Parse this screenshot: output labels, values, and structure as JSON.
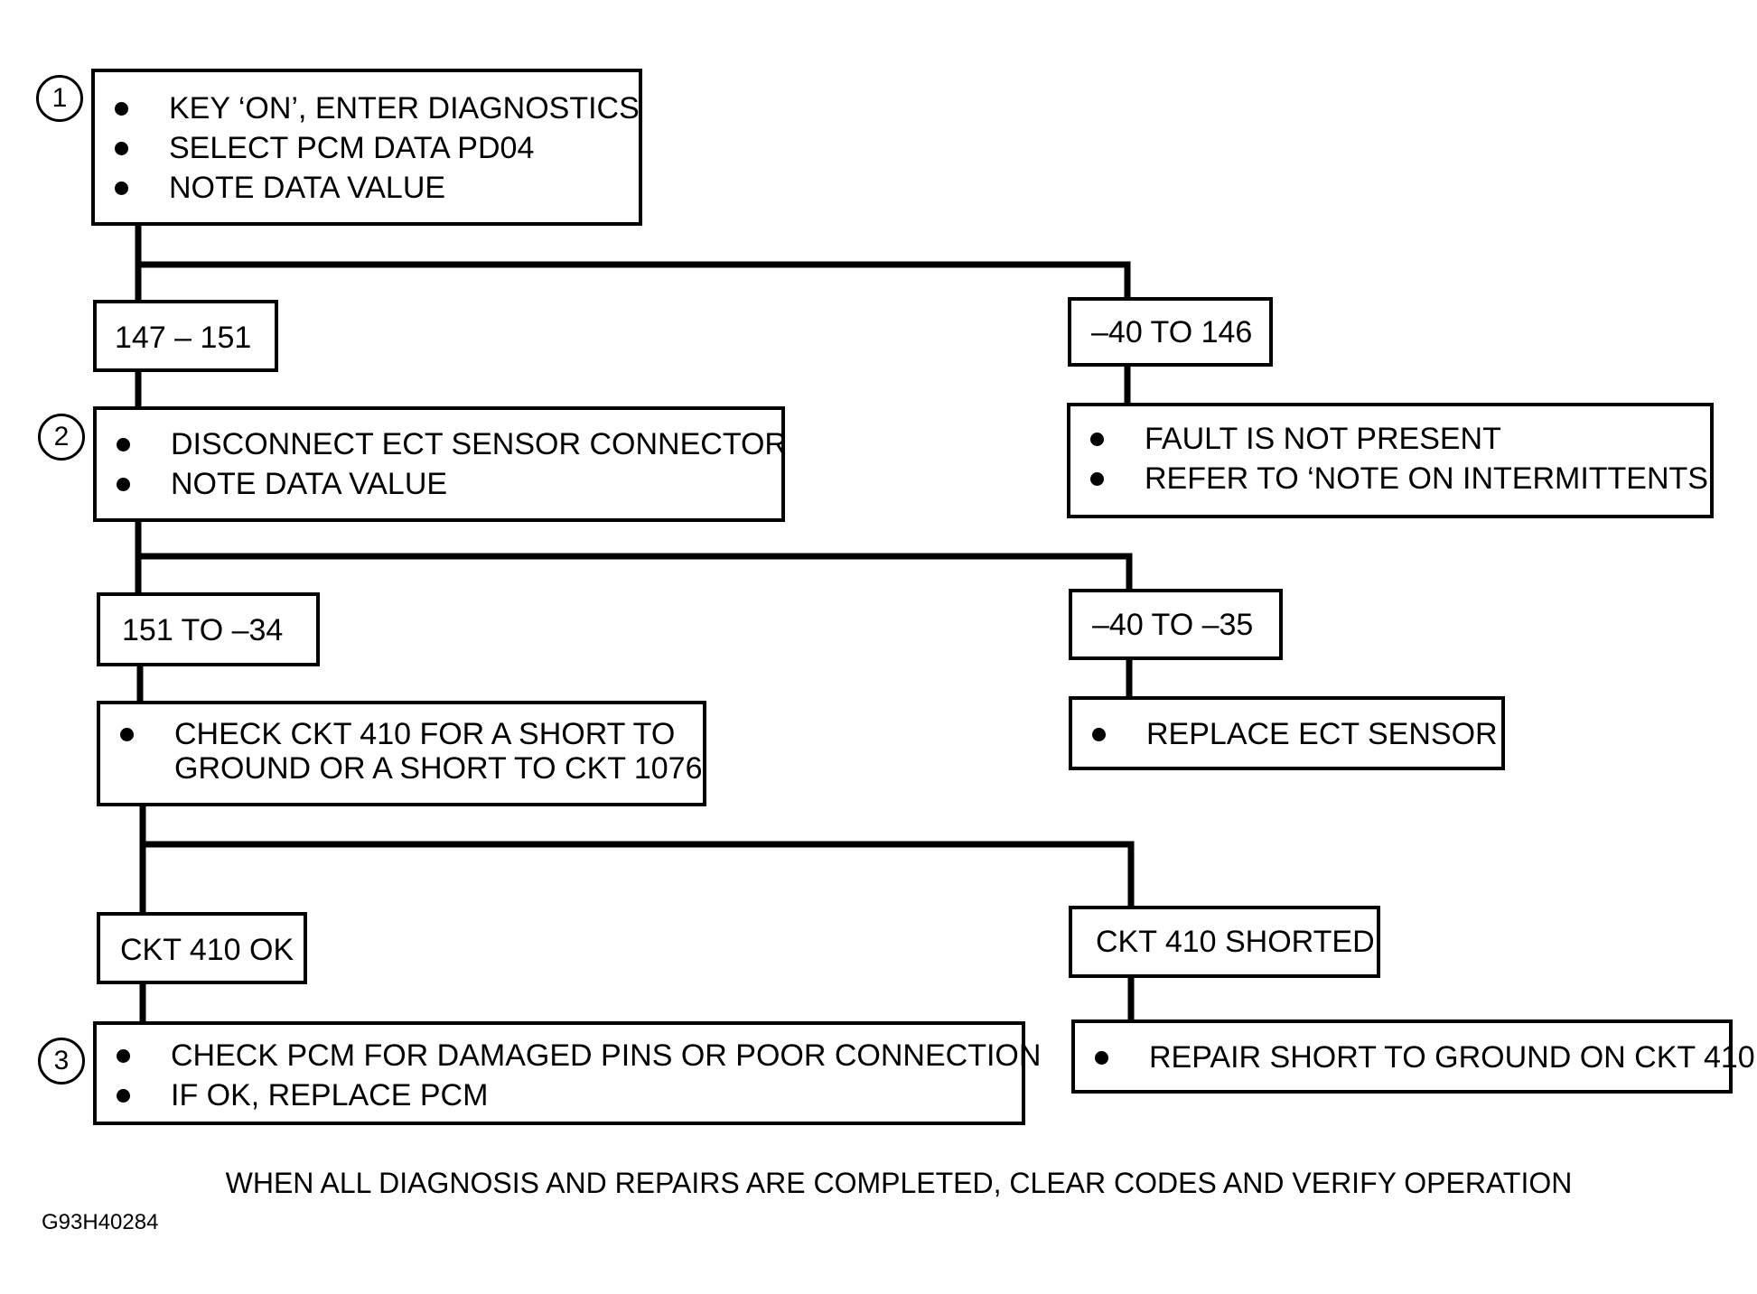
{
  "steps": [
    "1",
    "2",
    "3"
  ],
  "step1": {
    "items": [
      "KEY ‘ON’, ENTER DIAGNOSTICS",
      "SELECT PCM DATA PD04",
      "NOTE DATA VALUE"
    ],
    "left_result": "147 – 151",
    "right_result": "–40 TO 146",
    "right_action": [
      "FAULT IS NOT PRESENT",
      "REFER TO ‘NOTE ON INTERMITTENTS’"
    ]
  },
  "step2": {
    "items": [
      "DISCONNECT ECT SENSOR CONNECTOR",
      "NOTE DATA VALUE"
    ],
    "left_result": "151 TO –34",
    "right_result": "–40 TO –35",
    "right_action": [
      "REPLACE  ECT SENSOR"
    ]
  },
  "check_circuit": {
    "line1": "CHECK CKT 410 FOR A SHORT TO",
    "line2": "GROUND OR A SHORT TO CKT 1076",
    "left_result": "CKT 410 OK",
    "right_result": "CKT 410 SHORTED",
    "right_action": [
      "REPAIR SHORT TO GROUND ON CKT 410"
    ]
  },
  "step3": {
    "items": [
      "CHECK PCM FOR DAMAGED PINS OR POOR CONNECTION",
      "IF OK,  REPLACE PCM"
    ]
  },
  "footer": "WHEN ALL DIAGNOSIS AND REPAIRS ARE COMPLETED, CLEAR CODES AND VERIFY OPERATION",
  "figure_id": "G93H40284"
}
